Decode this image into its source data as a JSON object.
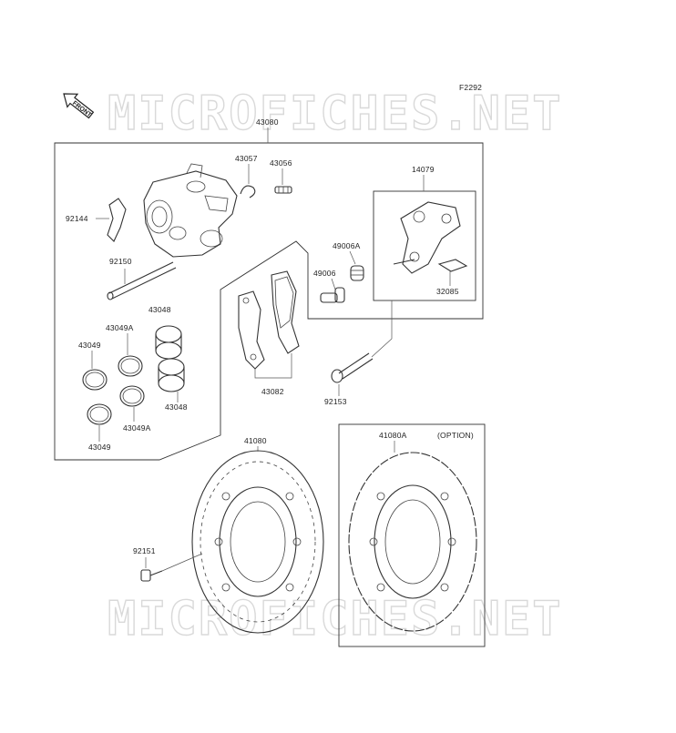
{
  "figure_code": "F2292",
  "front_arrow": "FRONT",
  "watermark": "MICROFICHES.NET",
  "option_label": "(OPTION)",
  "labels": {
    "p43080": "43080",
    "p43057": "43057",
    "p43056": "43056",
    "p14079": "14079",
    "p92144": "92144",
    "p49006A": "49006A",
    "p49006": "49006",
    "p32085": "32085",
    "p92150": "92150",
    "p43048a": "43048",
    "p43049Aa": "43049A",
    "p43049a": "43049",
    "p43048b": "43048",
    "p43082": "43082",
    "p92153": "92153",
    "p43049Ab": "43049A",
    "p43049b": "43049",
    "p41080": "41080",
    "p41080A": "41080A",
    "p92151": "92151"
  },
  "icons": [
    "front-arrow-icon",
    "brake-caliper-icon",
    "brake-disc-icon"
  ]
}
